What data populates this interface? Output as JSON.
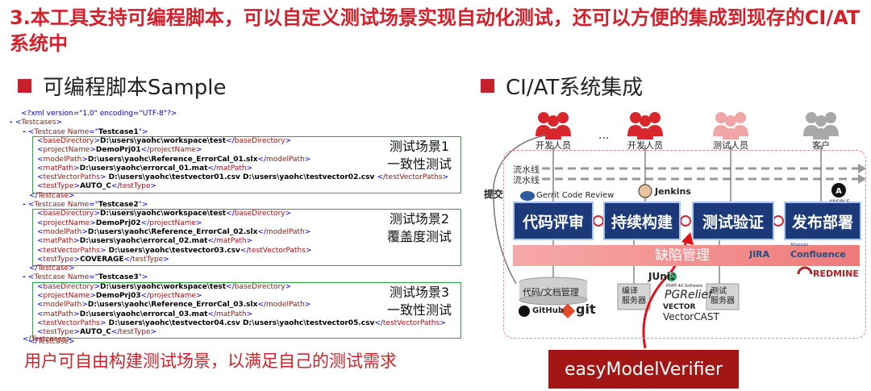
{
  "title": "3.本工具支持可编程脚本，可以自定义测试场景实现自动化测试，还可以方便的集成到现存的CI/AT系统中",
  "left_section": "可编程脚本Sample",
  "right_section": "CI/AT系统集成",
  "xml": {
    "decl": "<?xml version=\"1.0\" encoding=\"UTF-8\"?>",
    "testcases_open": "Testcases",
    "cases": [
      {
        "name": "Testcase1",
        "baseDirectory": "D:\\users\\yaohc\\workspace\\test",
        "projectName": "DemoPrj01",
        "modelPath": "D:\\users\\yaohc\\Reference_ErrorCal_01.slx",
        "matPath": "D:\\users\\yaohc\\errorcal_01.mat",
        "testVectorPaths": " D:\\users\\yaohc\\testvector01.csv D:\\users\\yaohc\\testvector02.csv ",
        "testType": "AUTO_C",
        "label1": "测试场景1",
        "label2": "一致性测试"
      },
      {
        "name": "Testcase2",
        "baseDirectory": "D:\\users\\yaohc\\workspace\\test",
        "projectName": "DemoPrj02",
        "modelPath": "D:\\users\\yaohc\\Reference_ErrorCal_02.slx",
        "matPath": "D:\\users\\yaohc\\errorcal_02.mat",
        "testVectorPaths": " D:\\users\\yaohc\\testvector03.csv",
        "testType": "COVERAGE",
        "label1": "测试场景2",
        "label2": "覆盖度测试"
      },
      {
        "name": "Testcase3",
        "baseDirectory": "D:\\users\\yaohc\\workspace\\test",
        "projectName": "DemoPrj03",
        "modelPath": "D:\\users\\yaohc\\Reference_ErrorCal_03.slx",
        "matPath": "D:\\users\\yaohc\\errorcal_03.mat",
        "testVectorPaths": " D:\\users\\yaohc\\testvector04.csv D:\\users\\yaohc\\testvector05.csv",
        "testType": "AUTO_C",
        "label1": "测试场景3",
        "label2": "一致性测试"
      }
    ],
    "close_testcase": "Testcase",
    "close_testcases": "Testcases"
  },
  "left_note": "用户可自由构建测试场景，以满足自己的测试需求",
  "diagram": {
    "people": [
      {
        "label": "开发人员",
        "color": "#d9262c"
      },
      {
        "label": "开发人员",
        "color": "#d9262c"
      },
      {
        "label": "测试人员",
        "color": "#f0a6a6"
      },
      {
        "label": "客户",
        "color": "#a8a8a8"
      }
    ],
    "ellipsis": "...",
    "pipeline1": "流水线",
    "pipeline2": "流水线",
    "submit": "提交",
    "gerrit": "Gerrit Code Review",
    "jenkins": "Jenkins",
    "stages": [
      "代码评审",
      "持续构建",
      "测试验证",
      "发布部署"
    ],
    "defect": "缺陷管理",
    "atlassian_jira": "JIRA",
    "atlassian_confluence": "Confluence",
    "atlassian_small": "Atlassian",
    "redmine": "REDMINE",
    "ansible": "ANSIBLE",
    "repo_label": "代码/文档管理",
    "github": "GitHub",
    "git": "git",
    "build_server": [
      "编译",
      "服务器"
    ],
    "test_server": [
      "测试",
      "服务器"
    ],
    "junit": "JUnit",
    "junit_num": "5",
    "pgrelief_small": "PORT-4U Software",
    "pgrelief": "PGRelief",
    "vector": "VECTOR",
    "vectorcast": "VectorCAST",
    "tool_name": "easyModelVerifier",
    "colors": {
      "accent": "#d4202a",
      "stage": "#1c3a7a",
      "tool": "#a21616"
    }
  }
}
